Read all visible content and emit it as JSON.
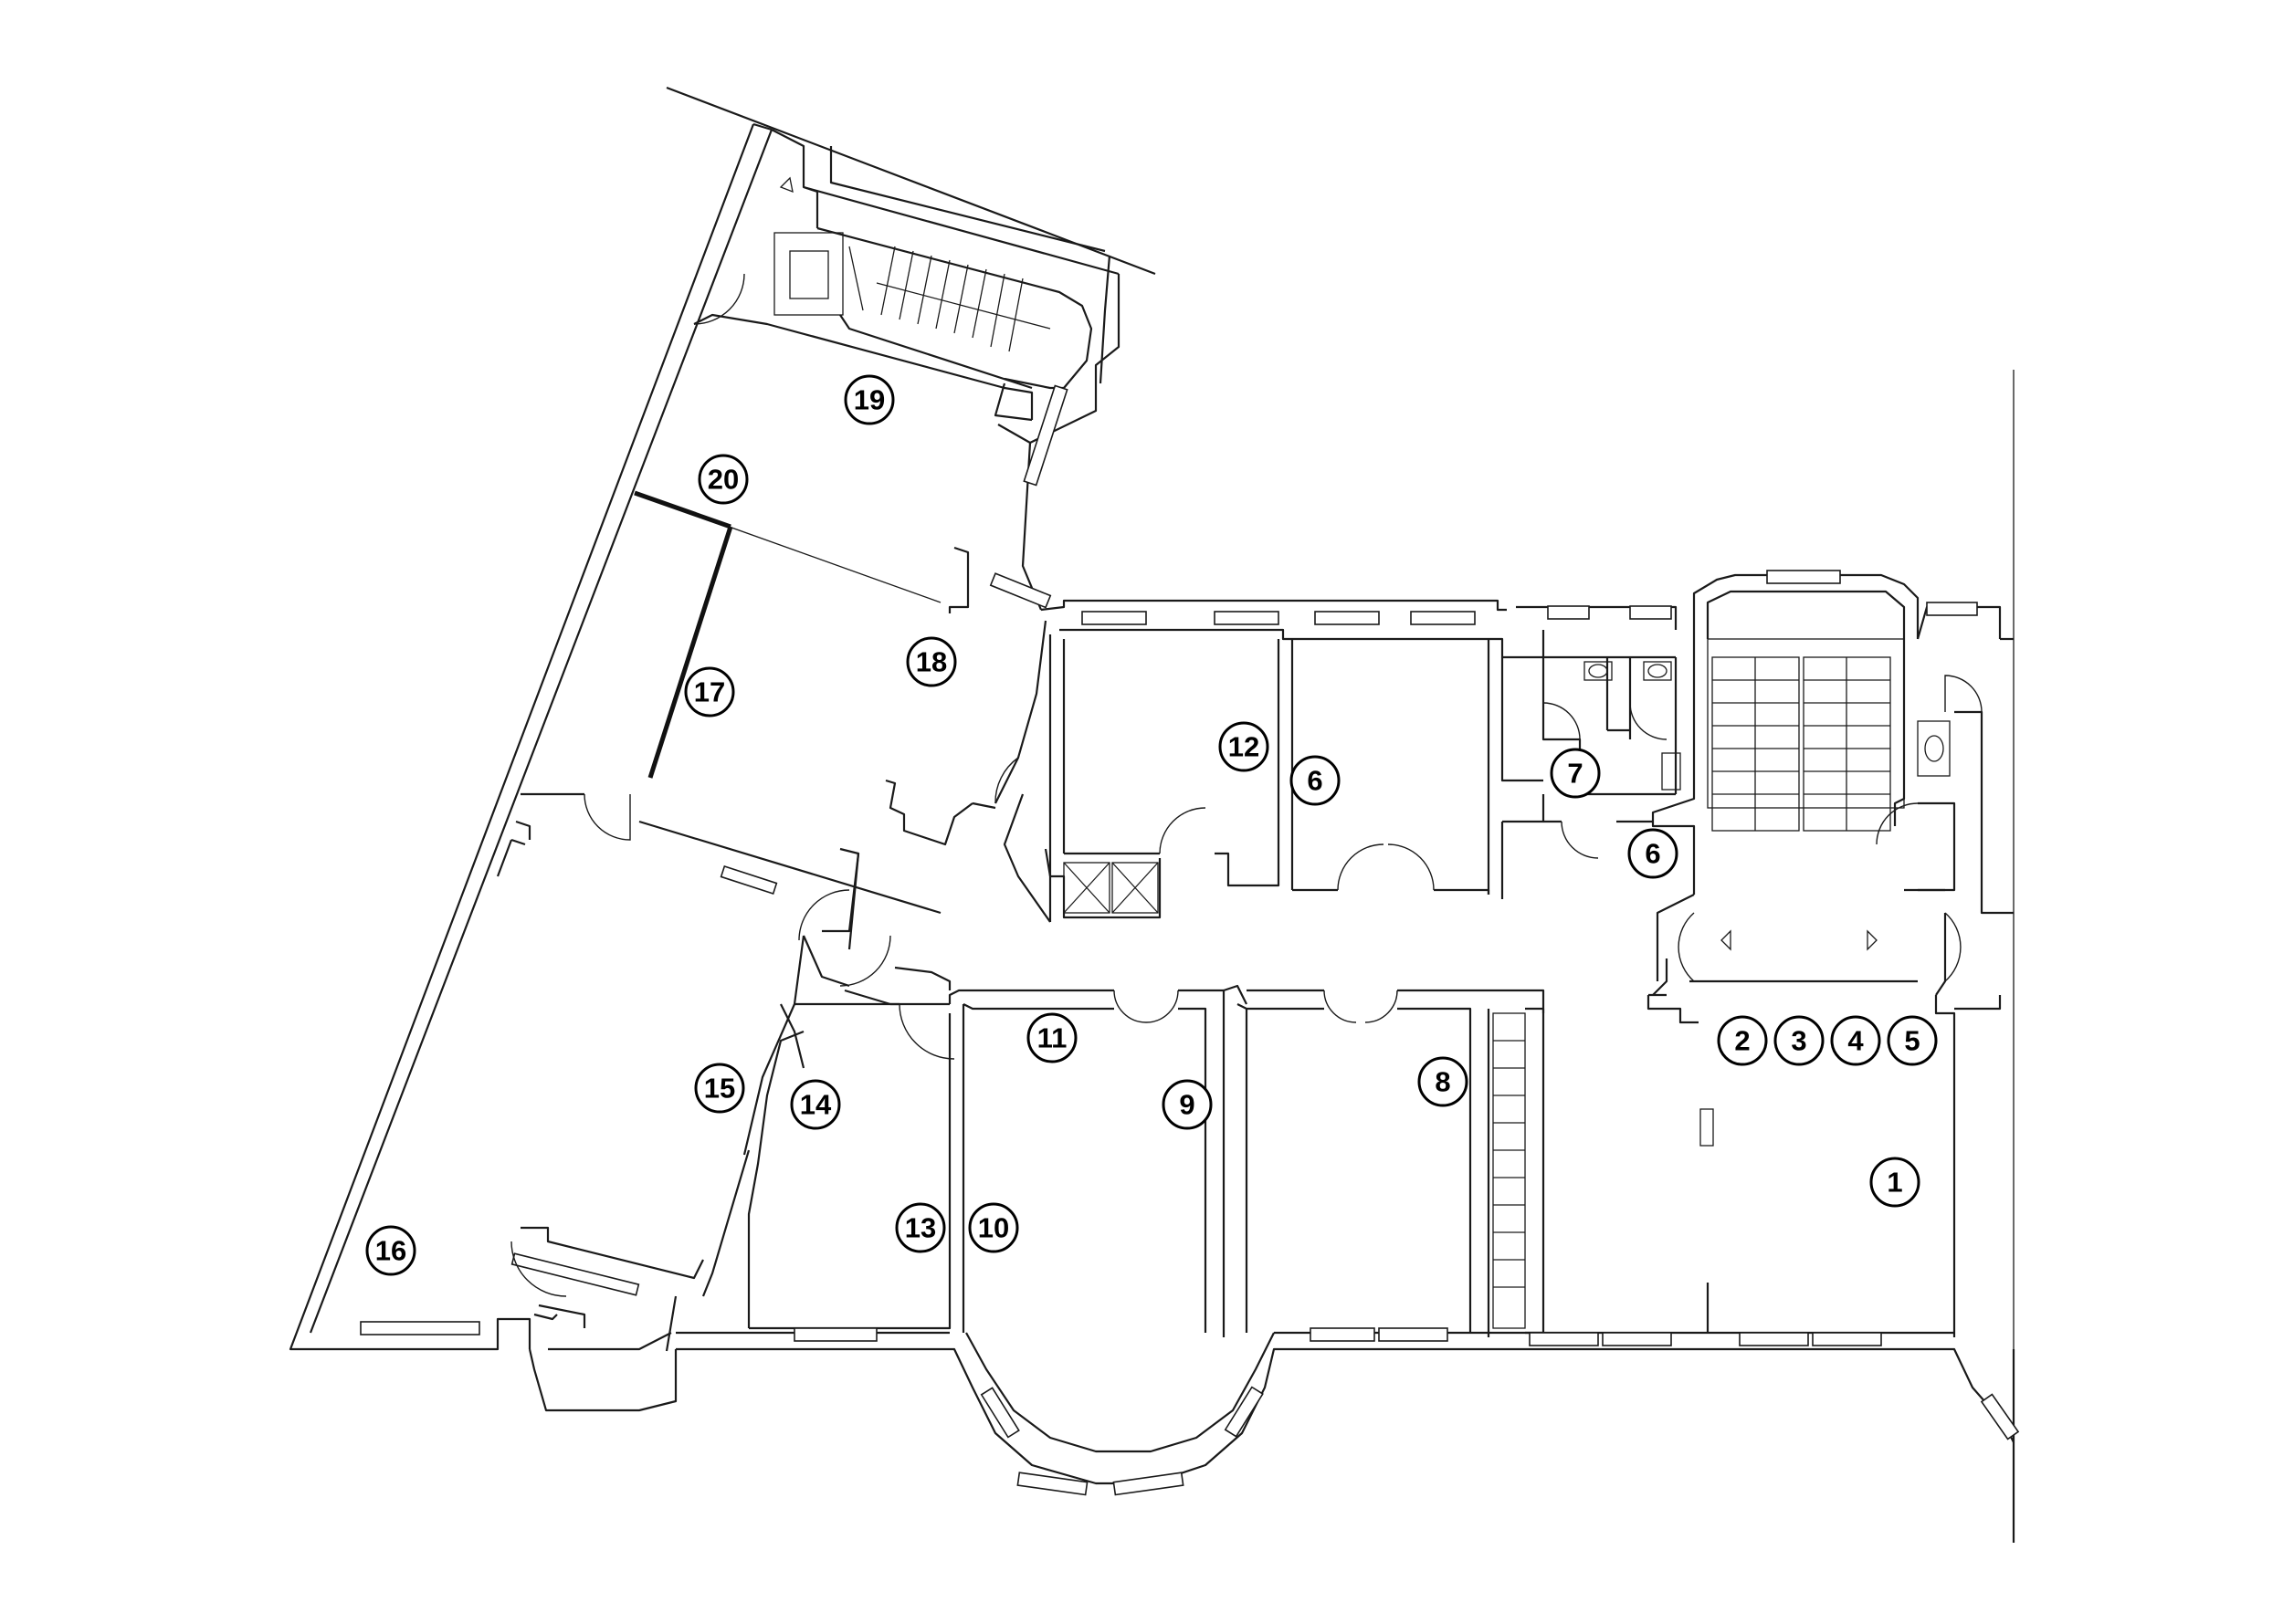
{
  "rooms": [
    {
      "label": "1"
    },
    {
      "label": "2"
    },
    {
      "label": "3"
    },
    {
      "label": "4"
    },
    {
      "label": "5"
    },
    {
      "label": "6"
    },
    {
      "label": "6"
    },
    {
      "label": "7"
    },
    {
      "label": "8"
    },
    {
      "label": "9"
    },
    {
      "label": "10"
    },
    {
      "label": "11"
    },
    {
      "label": "12"
    },
    {
      "label": "13"
    },
    {
      "label": "14"
    },
    {
      "label": "15"
    },
    {
      "label": "16"
    },
    {
      "label": "17"
    },
    {
      "label": "18"
    },
    {
      "label": "19"
    },
    {
      "label": "20"
    }
  ],
  "colors": {
    "line": "#1a1a1a",
    "background": "#ffffff"
  }
}
